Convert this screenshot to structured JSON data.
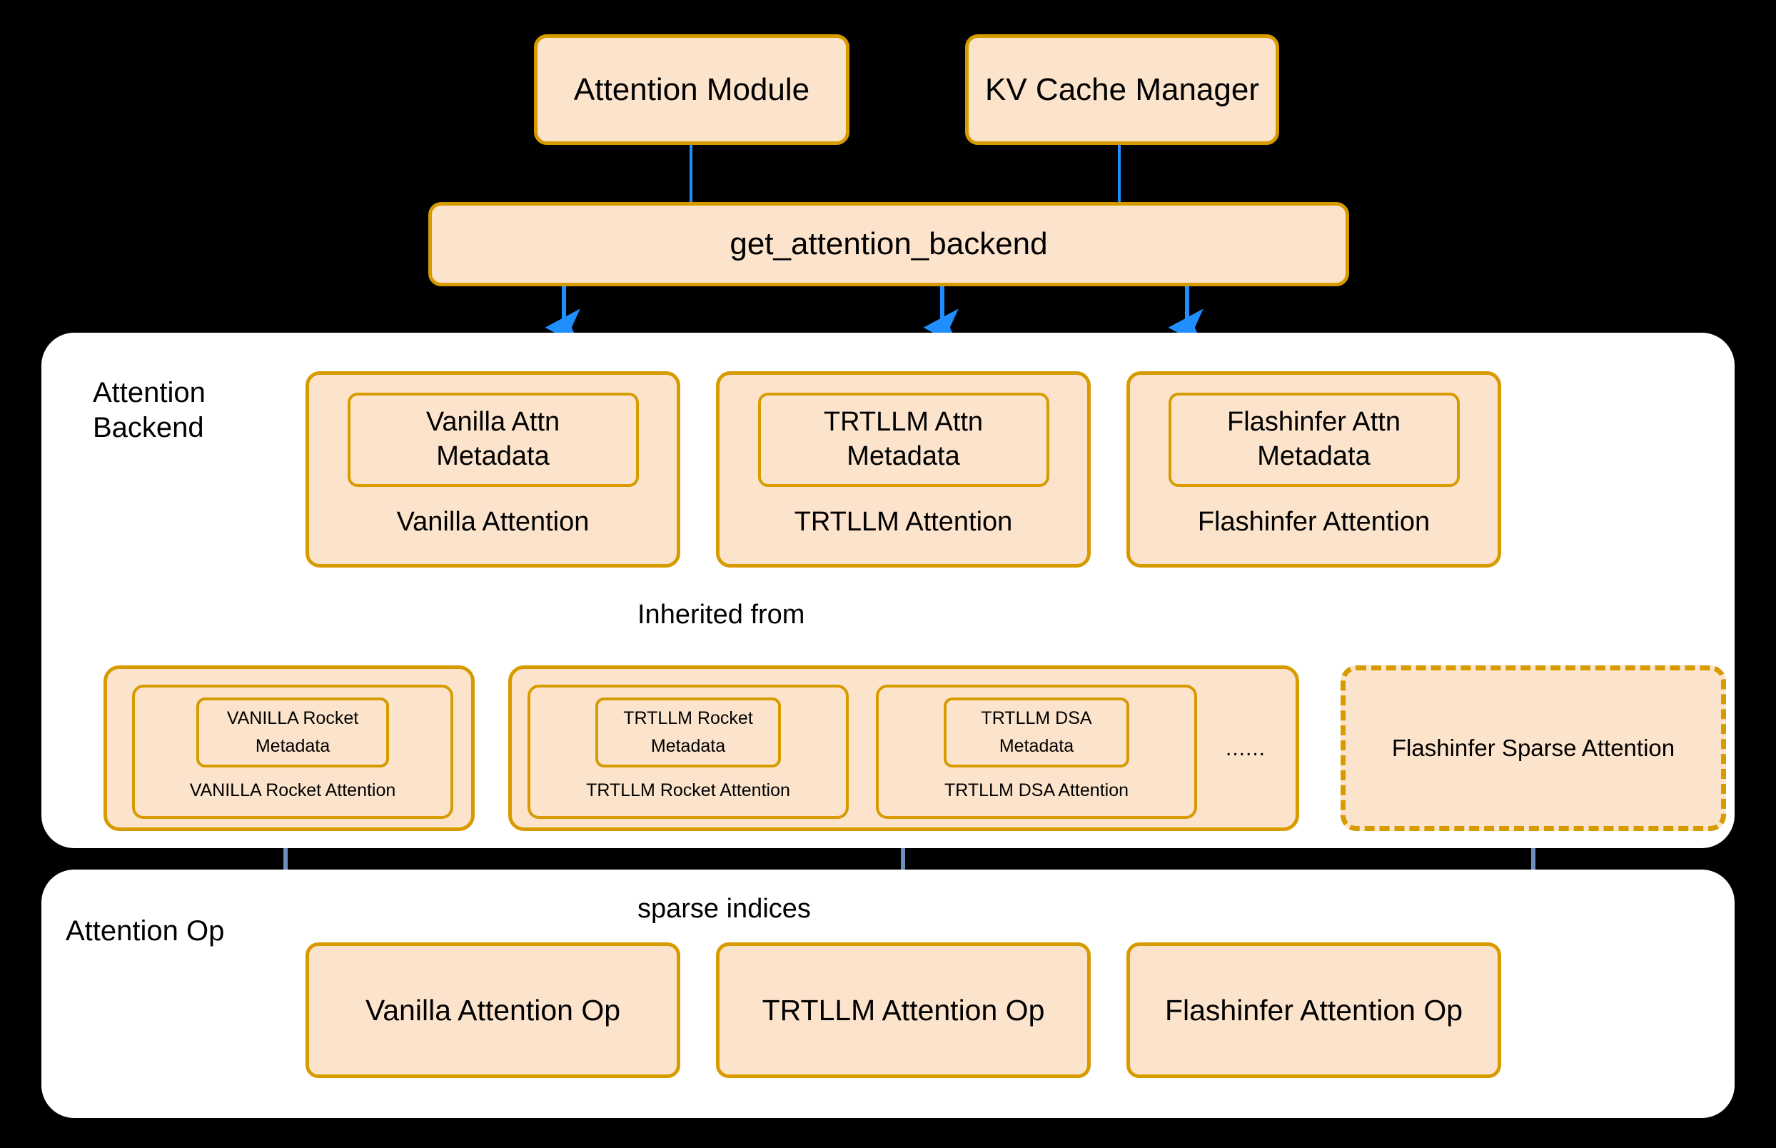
{
  "colors": {
    "background": "#000000",
    "node_fill": "#fce4cc",
    "node_border": "#d79b00",
    "container_fill": "#ffffff",
    "container_border": "#ffffff",
    "arrow_blue_bright": "#1f8fff",
    "arrow_blue_steel": "#6c8ebf",
    "arrow_red": "#fa8072",
    "text": "#000000"
  },
  "top": {
    "attention_module": "Attention Module",
    "kv_cache_manager": "KV Cache Manager",
    "dispatcher": "get_attention_backend"
  },
  "backend_layer": {
    "label": "Attention\nBackend",
    "backends": [
      {
        "metadata": "Vanilla Attn\nMetadata",
        "title": "Vanilla Attention"
      },
      {
        "metadata": "TRTLLM Attn\nMetadata",
        "title": "TRTLLM Attention"
      },
      {
        "metadata": "Flashinfer Attn\nMetadata",
        "title": "Flashinfer Attention"
      }
    ],
    "inherited_label": "Inherited from",
    "sparse_groups": [
      {
        "boxes": [
          {
            "metadata": "VANILLA Rocket\nMetadata",
            "title": "VANILLA Rocket Attention"
          }
        ],
        "ellipsis": ""
      },
      {
        "boxes": [
          {
            "metadata": "TRTLLM Rocket\nMetadata",
            "title": "TRTLLM Rocket Attention"
          },
          {
            "metadata": "TRTLLM DSA\nMetadata",
            "title": "TRTLLM DSA Attention"
          }
        ],
        "ellipsis": "......"
      }
    ],
    "flashinfer_sparse": "Flashinfer Sparse Attention"
  },
  "op_layer": {
    "label": "Attention Op",
    "sparse_indices_label": "sparse indices",
    "ops": [
      "Vanilla Attention Op",
      "TRTLLM Attention Op",
      "Flashinfer Attention Op"
    ]
  }
}
